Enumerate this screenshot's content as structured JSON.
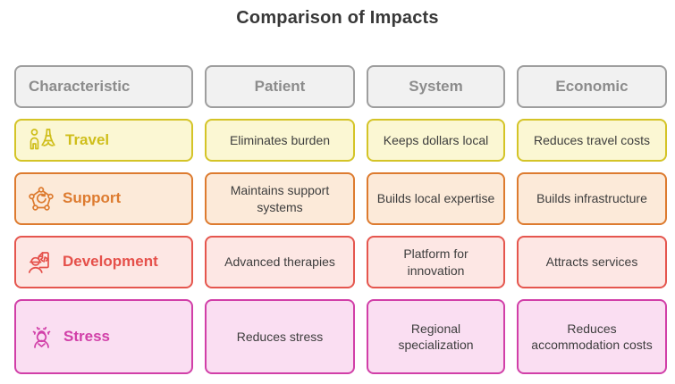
{
  "title": "Comparison of Impacts",
  "columns": [
    "Characteristic",
    "Patient",
    "System",
    "Economic"
  ],
  "header": {
    "border_color": "#9e9e9e",
    "fill_color": "#f1f1f1",
    "text_color": "#8c8c8c"
  },
  "rows": [
    {
      "label": "Travel",
      "icon": "travel-icon",
      "border_color": "#d4c427",
      "fill_color": "#fbf7d3",
      "text_color": "#cfbe1a",
      "cells": [
        "Eliminates burden",
        "Keeps dollars local",
        "Reduces travel costs"
      ]
    },
    {
      "label": "Support",
      "icon": "support-icon",
      "border_color": "#dd7b2f",
      "fill_color": "#fcead9",
      "text_color": "#dd7b2f",
      "cells": [
        "Maintains support systems",
        "Builds local expertise",
        "Builds infrastructure"
      ]
    },
    {
      "label": "Development",
      "icon": "development-icon",
      "border_color": "#e5564e",
      "fill_color": "#fde7e4",
      "text_color": "#e5504a",
      "cells": [
        "Advanced therapies",
        "Platform for innovation",
        "Attracts services"
      ]
    },
    {
      "label": "Stress",
      "icon": "stress-icon",
      "border_color": "#d13fa8",
      "fill_color": "#fadef2",
      "text_color": "#d13fa8",
      "cells": [
        "Reduces stress",
        "Regional specialization",
        "Reduces accommodation costs"
      ]
    }
  ]
}
